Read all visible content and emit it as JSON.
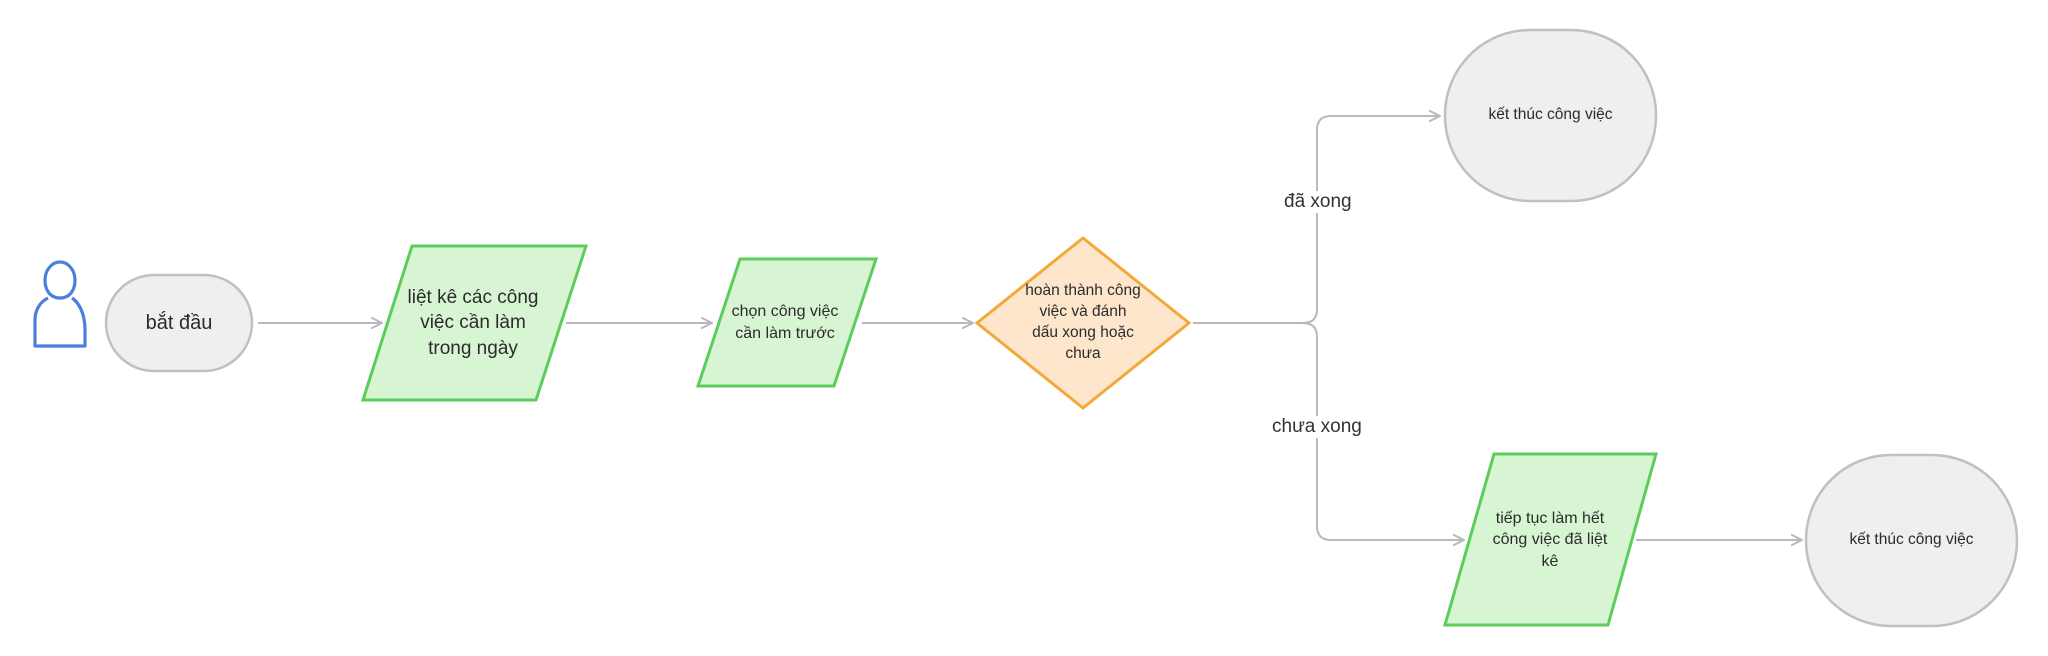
{
  "diagram": {
    "type": "flowchart",
    "nodes": {
      "start_icon": {
        "icon": "user-icon",
        "color": "#4a7fe0"
      },
      "start": {
        "shape": "terminator",
        "text": "bắt đầu"
      },
      "list_tasks": {
        "shape": "parallelogram",
        "text": "liệt kê các công việc cần làm trong ngày"
      },
      "choose_task": {
        "shape": "parallelogram",
        "text": "chọn công việc cần làm trước"
      },
      "decision": {
        "shape": "diamond",
        "text": "hoàn thành công việc và đánh dấu xong hoặc chưa"
      },
      "end_top": {
        "shape": "terminator",
        "text": "kết thúc công việc"
      },
      "continue": {
        "shape": "parallelogram",
        "text": "tiếp tục làm hết công việc đã liệt kê"
      },
      "end_bottom": {
        "shape": "terminator",
        "text": "kết thúc công việc"
      }
    },
    "edges": {
      "done": {
        "from": "decision",
        "to": "end_top",
        "label": "đã xong"
      },
      "not_done": {
        "from": "decision",
        "to": "continue",
        "label": "chưa xong"
      }
    }
  },
  "colors": {
    "process_fill": "#d8f5d3",
    "process_stroke": "#5ccd5c",
    "decision_fill": "#fde6cc",
    "decision_stroke": "#f4a83a",
    "terminator_fill": "#eeeff1",
    "terminator_stroke": "#bfc0c3",
    "connector": "#b8b9bc",
    "icon": "#4a7fe0"
  }
}
